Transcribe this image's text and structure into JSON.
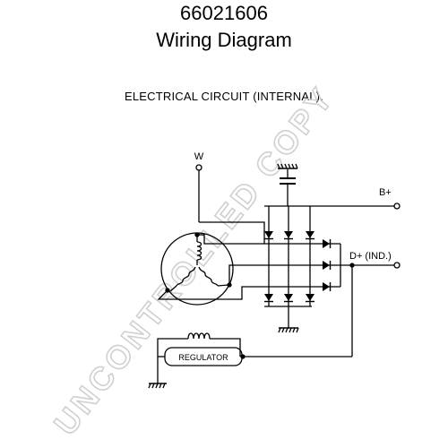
{
  "header": {
    "part_number": "66021606",
    "title": "Wiring Diagram",
    "subtitle": "ELECTRICAL CIRCUIT (INTERNAL)."
  },
  "terminals": {
    "w": "W",
    "b_plus": "B+",
    "d_plus": "D+ (IND.)"
  },
  "regulator": {
    "label": "REGULATOR"
  },
  "watermark": {
    "text": "UNCONTROLLED COPY"
  }
}
